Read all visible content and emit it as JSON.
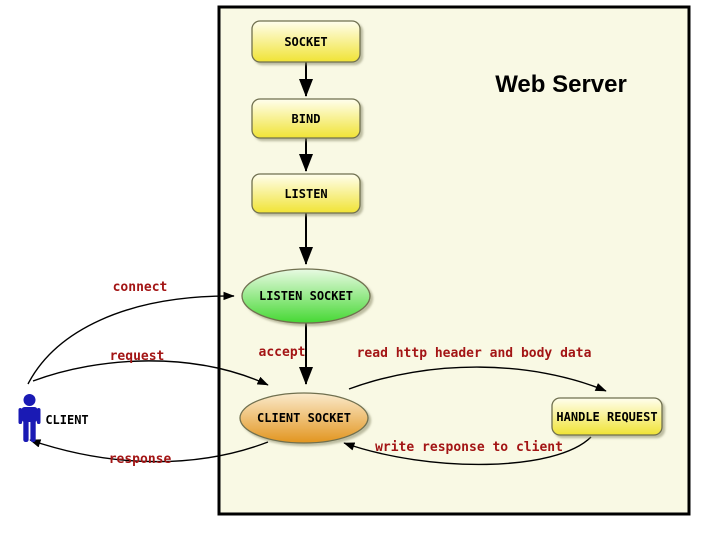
{
  "diagram": {
    "title": "Web Server",
    "nodes": {
      "socket": {
        "label": "SOCKET"
      },
      "bind": {
        "label": "BIND"
      },
      "listen": {
        "label": "LISTEN"
      },
      "listen_socket": {
        "label": "LISTEN SOCKET"
      },
      "client_socket": {
        "label": "CLIENT SOCKET"
      },
      "handle_request": {
        "label": "HANDLE REQUEST"
      },
      "client": {
        "label": "CLIENT"
      }
    },
    "edges": {
      "connect": {
        "label": "connect"
      },
      "request": {
        "label": "request"
      },
      "response": {
        "label": "response"
      },
      "accept": {
        "label": "accept"
      },
      "read_request": {
        "label": "read http header and body data"
      },
      "write_response": {
        "label": "write response to client"
      }
    },
    "colors": {
      "page_background": "#FFFFFF",
      "server_background": "#F9F9E4",
      "server_border": "#000000",
      "step_fill_top": "#FFFEEE",
      "step_fill_bottom": "#F0E335",
      "listen_socket_fill_top": "#E9FAE3",
      "listen_socket_fill_bottom": "#46D834",
      "client_socket_fill_top": "#FAEACC",
      "client_socket_fill_bottom": "#E2951F",
      "node_border": "#707050",
      "edge_label": "#A31515",
      "arrow": "#000000",
      "client_figure": "#1A1AB4",
      "node_text": "#000000"
    }
  }
}
